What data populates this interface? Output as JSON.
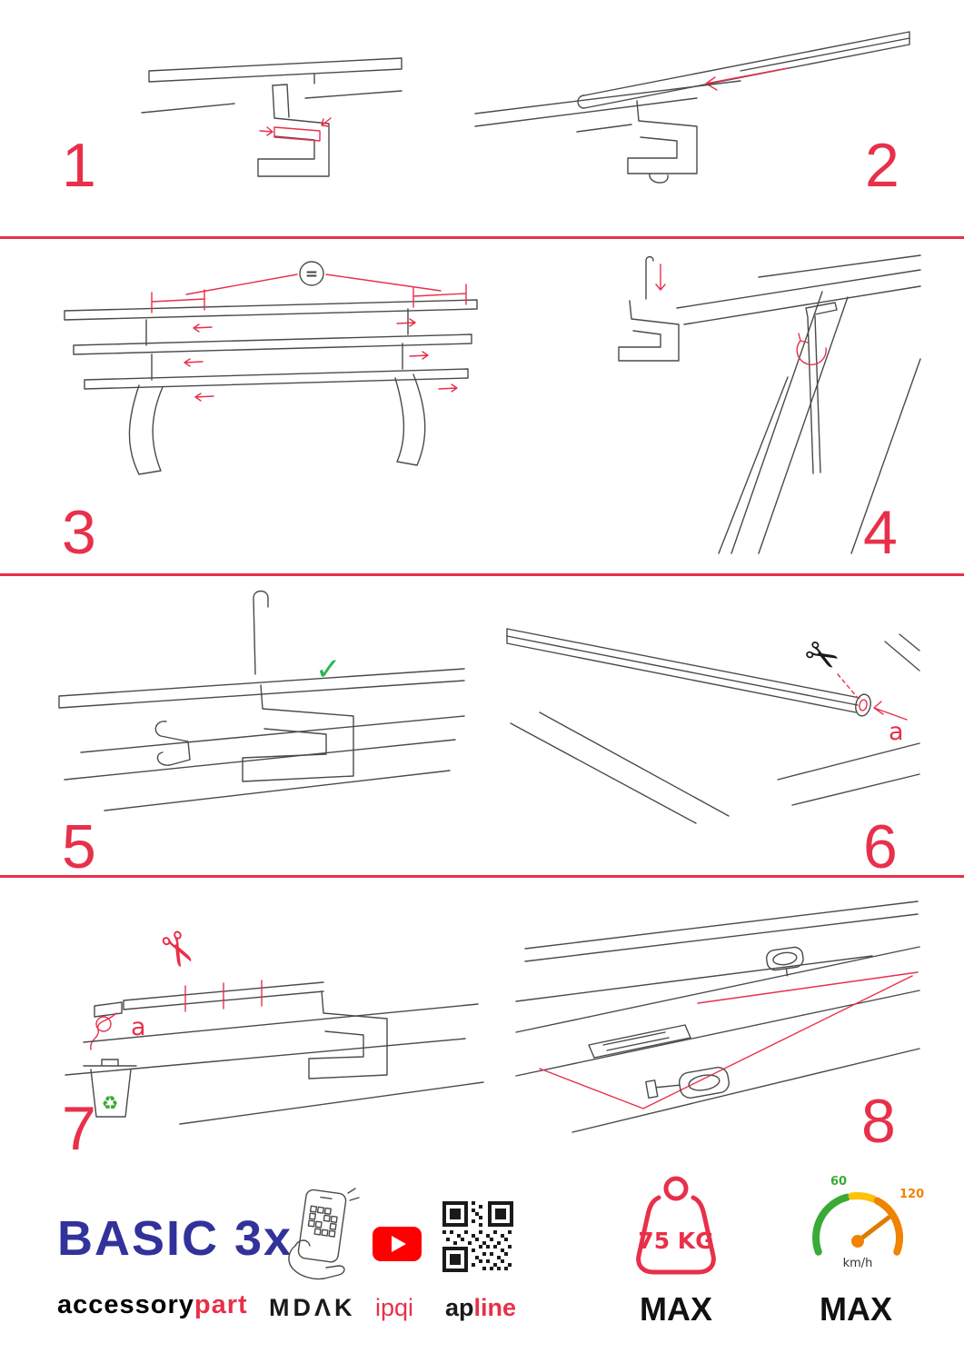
{
  "page": {
    "accent": "#e8304a"
  },
  "steps": [
    {
      "number": "1"
    },
    {
      "number": "2"
    },
    {
      "number": "3"
    },
    {
      "number": "4"
    },
    {
      "number": "5"
    },
    {
      "number": "6"
    },
    {
      "number": "7"
    },
    {
      "number": "8"
    }
  ],
  "annotations": {
    "equal_sign": "=",
    "step6_label": "a",
    "step7_label": "a"
  },
  "icons": {
    "scissors": "✂",
    "check": "✓",
    "recycle": "♻"
  },
  "footer": {
    "product_name": "BASIC 3x",
    "brand_prefix": "accessory",
    "brand_suffix": "part",
    "partner_mdak": "MDΛK",
    "partner_ipqi": "ipqi",
    "partner_apline_prefix": "ap",
    "partner_apline_suffix": "line",
    "weight_value": "75 KG",
    "weight_max": "MAX",
    "speed_unit": "km/h",
    "speed_max": "MAX",
    "speed_tick_low": "60",
    "speed_tick_high": "120"
  }
}
